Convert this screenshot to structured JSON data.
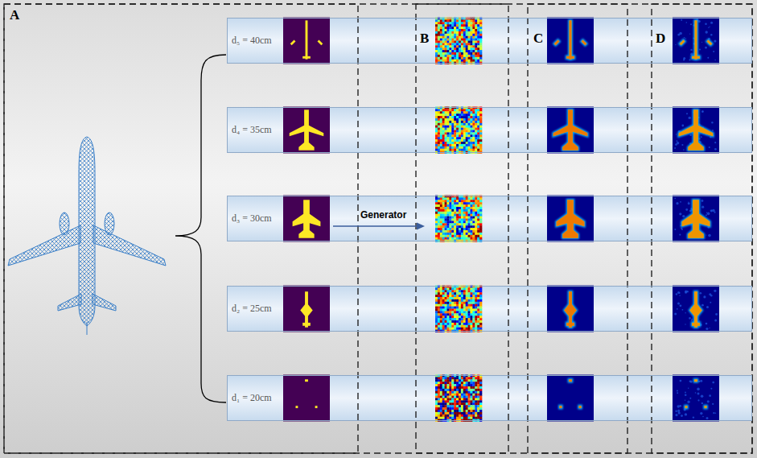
{
  "diagram": {
    "nodes": [
      {
        "text": [
          "d₅ = 40cm"
        ]
      },
      {
        "text": [
          "d₄ = 35cm"
        ]
      },
      {
        "text": [
          "d₃ = 30cm"
        ]
      },
      {
        "text": [
          "d₂ = 25cm"
        ]
      },
      {
        "text": [
          "d₁ = 20cm"
        ]
      }
    ],
    "labels": [
      "A",
      "B",
      "C",
      "D",
      "Generator"
    ]
  }
}
